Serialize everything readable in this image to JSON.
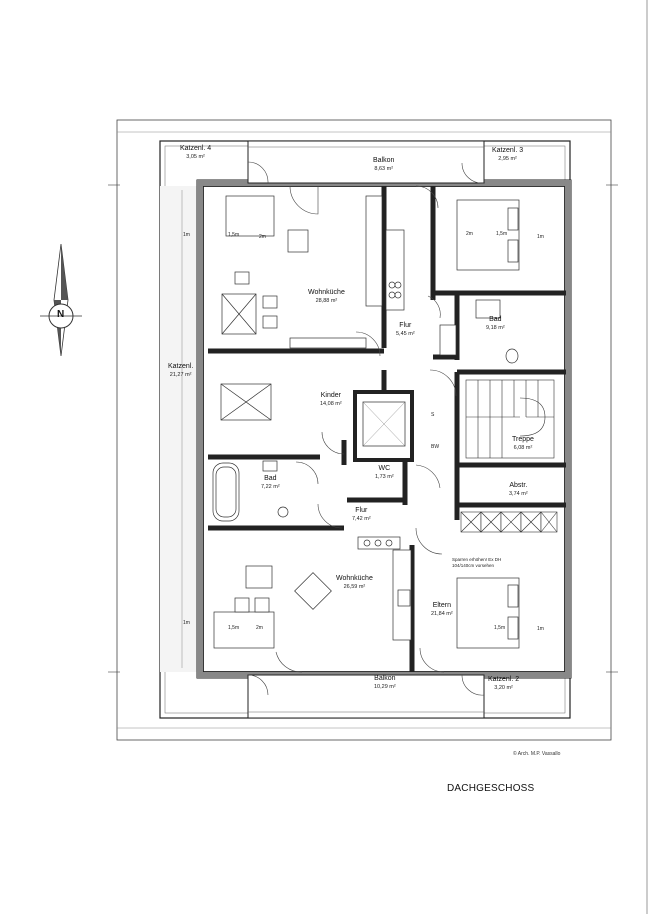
{
  "title": "DACHGESCHOSS",
  "copyright": "© Arch. M.P. Vassallo",
  "north_letter": "N",
  "rooms": {
    "katzenl4": {
      "name": "Katzenl. 4",
      "area": "3,05 m²"
    },
    "balkon_top": {
      "name": "Balkon",
      "area": "8,63 m²"
    },
    "katzenl3": {
      "name": "Katzenl. 3",
      "area": "2,95 m²"
    },
    "wohnkueche_top": {
      "name": "Wohnküche",
      "area": "28,88 m²"
    },
    "flur_top": {
      "name": "Flur",
      "area": "5,45 m²"
    },
    "bad_top": {
      "name": "Bad",
      "area": "9,18 m²"
    },
    "katzenl_left": {
      "name": "Katzenl.",
      "area": "21,27 m²"
    },
    "kinder": {
      "name": "Kinder",
      "area": "14,08 m²"
    },
    "treppe": {
      "name": "Treppe",
      "area": "6,08 m²"
    },
    "wc": {
      "name": "WC",
      "area": "1,73 m²"
    },
    "bad_bottom": {
      "name": "Bad",
      "area": "7,22 m²"
    },
    "abstr": {
      "name": "Abstr.",
      "area": "3,74 m²"
    },
    "flur_bottom": {
      "name": "Flur",
      "area": "7,42 m²"
    },
    "wohnkueche_bottom": {
      "name": "Wohnküche",
      "area": "26,59 m²"
    },
    "eltern": {
      "name": "Eltern",
      "area": "21,84 m²"
    },
    "balkon_bottom": {
      "name": "Balkon",
      "area": "10,29 m²"
    },
    "katzenl2": {
      "name": "Katzenl. 2",
      "area": "3,20 m²"
    }
  },
  "note": "Sparren erhöhen! Ex DH 104/140cm vorsehen",
  "dims": {
    "m1": "1m",
    "m15": "1,5m",
    "m2": "2m"
  },
  "marks": {
    "bw": "BW",
    "s": "S"
  }
}
